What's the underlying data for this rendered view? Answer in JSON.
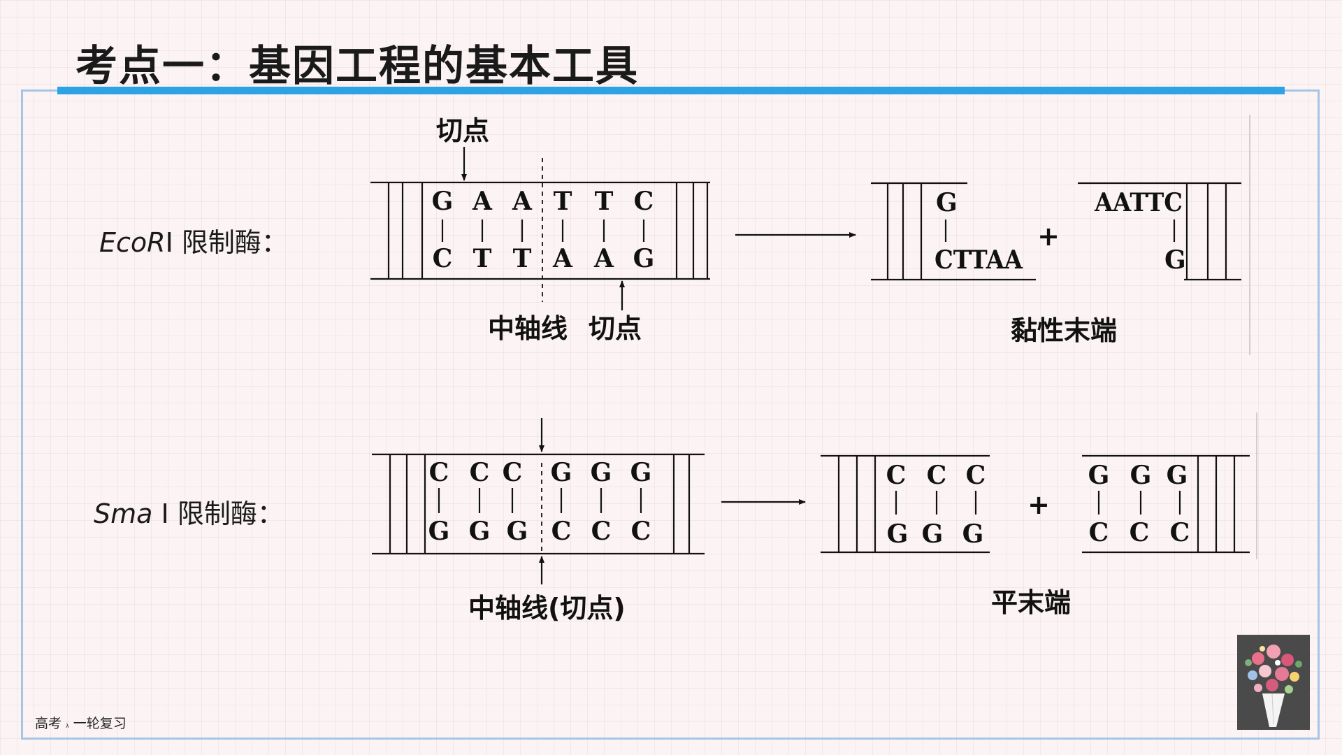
{
  "title": "考点一：基因工程的基本工具",
  "footer": {
    "left": "高考",
    "tiny": "λ",
    "right": "一轮复习"
  },
  "ecori": {
    "label_italic": "EcoR",
    "label_roman": "I 限制酶：",
    "cut_point_top": "切点",
    "axis_label": "中轴线",
    "cut_point_bottom": "切点",
    "top_bases": [
      "G",
      "A",
      "A",
      "T",
      "T",
      "C"
    ],
    "bottom_bases": [
      "C",
      "T",
      "T",
      "A",
      "A",
      "G"
    ],
    "fragment_left_top": "G",
    "fragment_left_bottom": "CTTAA",
    "plus": "+",
    "fragment_right_top": "AATTC",
    "fragment_right_bottom": "G",
    "result_label": "黏性末端"
  },
  "smai": {
    "label_italic": "Sma",
    "label_roman": "Ⅰ 限制酶：",
    "axis_cut_label": "中轴线(切点)",
    "top_bases": [
      "C",
      "C",
      "C",
      "G",
      "G",
      "G"
    ],
    "bottom_bases": [
      "G",
      "G",
      "G",
      "C",
      "C",
      "C"
    ],
    "fragment_left_top": [
      "C",
      "C",
      "C"
    ],
    "fragment_left_bottom": [
      "G",
      "G",
      "G"
    ],
    "plus": "+",
    "fragment_right_top": [
      "G",
      "G",
      "G"
    ],
    "fragment_right_bottom": [
      "C",
      "C",
      "C"
    ],
    "result_label": "平末端"
  }
}
